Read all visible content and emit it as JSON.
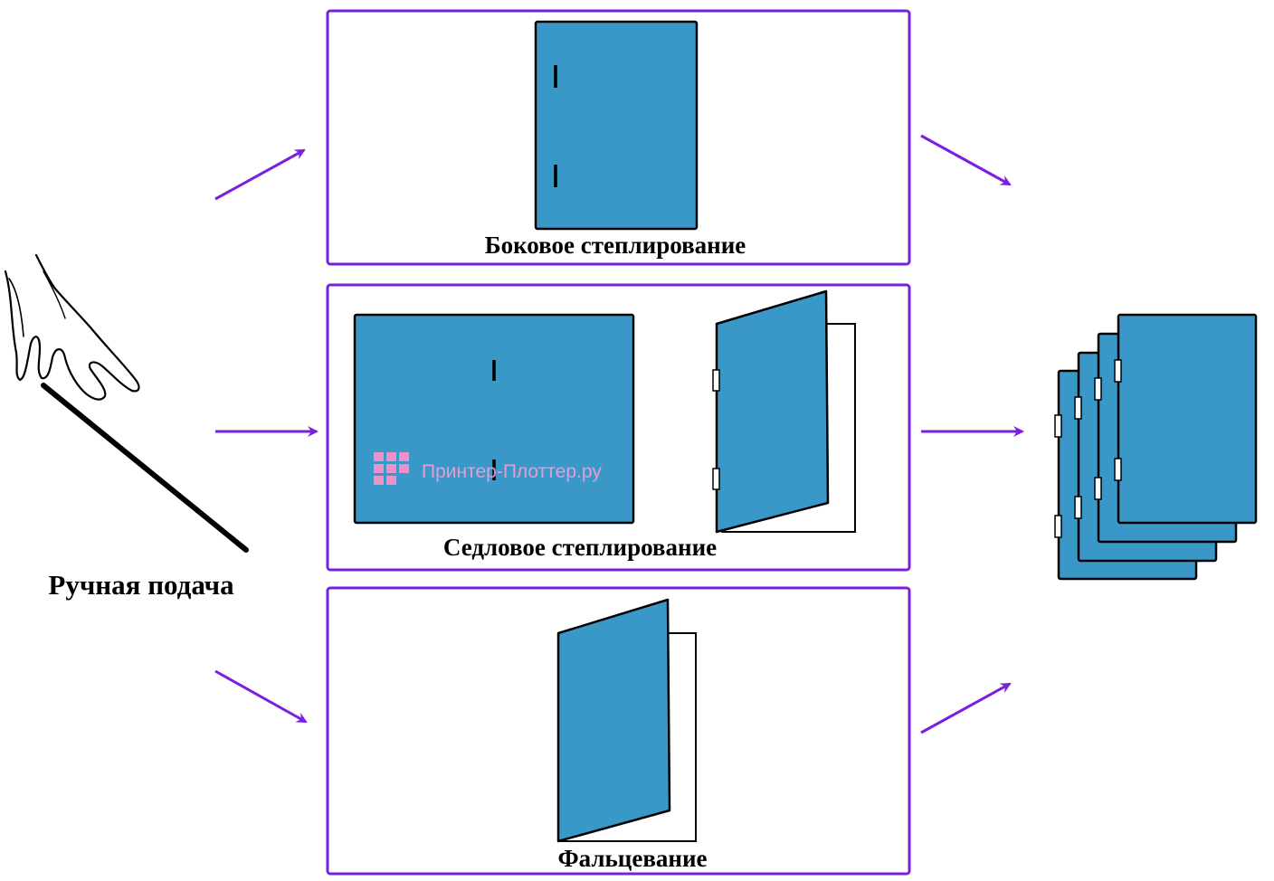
{
  "colors": {
    "sheet": "#3a98c8",
    "frame": "#7a1ee0",
    "arrow": "#7a1ee0",
    "outline": "#000000",
    "watermark": "#f090c8"
  },
  "labels": {
    "manual_feed": "Ручная подача",
    "side_stapling": "Боковое степлирование",
    "saddle_stapling": "Седловое степлирование",
    "folding": "Фальцевание"
  },
  "watermark": {
    "text": "Принтер-Плоттер.ру"
  },
  "icons": {
    "hand": "hand-feeding-sheet-icon"
  }
}
